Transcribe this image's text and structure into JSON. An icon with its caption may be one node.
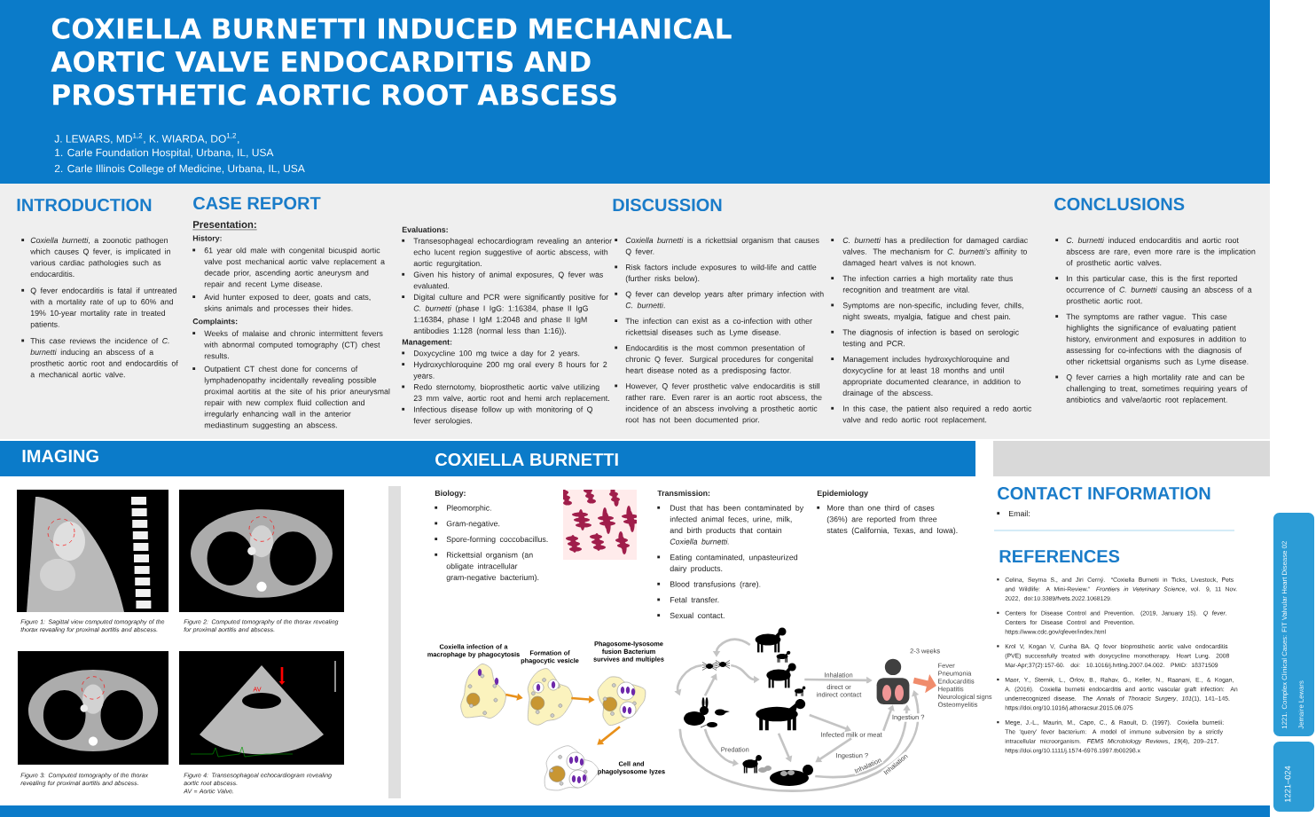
{
  "diagram": {
    "title": "COXIELLA BURNETTI INDUCED MECHANICAL AORTIC VALVE ENDOCARDITIS AND PROSTHETIC AORTIC ROOT ABSCESS",
    "nodes": [
      {
        "text": [],
        "shape": "picture",
        "beside": [
          "Coxiella infection of a macrophage by phagocytosis"
        ]
      },
      {
        "text": [],
        "shape": "picture",
        "beside": [
          "Formation of phagocytic vesicle"
        ]
      },
      {
        "text": [],
        "shape": "picture",
        "beside": [
          "Phagosome-lysosome fusion Bacterium survives and multiples"
        ]
      },
      {
        "text": [],
        "shape": "picture",
        "beside": [
          "Cell and phagolysosome lyzes"
        ]
      },
      {
        "text": [],
        "shape": "picture"
      },
      {
        "text": [],
        "shape": "picture"
      },
      {
        "text": [],
        "shape": "picture"
      },
      {
        "text": [],
        "shape": "person"
      },
      {
        "text": [
          "Fever",
          "Pneumonia",
          "Endocarditis",
          "Hepatitis",
          "Neurological signs",
          "Osteomyelitis"
        ]
      },
      {
        "text": [],
        "shape": "picture"
      },
      {
        "text": [],
        "shape": "picture"
      },
      {
        "text": [
          "Infected milk or meat"
        ]
      },
      {
        "text": [],
        "shape": "picture"
      },
      {
        "text": [],
        "shape": "picture"
      }
    ],
    "edges": [
      {
        "from": 0,
        "to": 1,
        "arrow": "to",
        "color": "#e8901a"
      },
      {
        "from": 1,
        "to": 2,
        "arrow": "to",
        "color": "#e8901a"
      },
      {
        "from": 2,
        "to": 3,
        "arrow": "to",
        "color": "#e8901a"
      },
      {
        "from": 4,
        "to": 5,
        "arrow": "to"
      },
      {
        "from": 5,
        "to": 6,
        "arrow": "to"
      },
      {
        "from": 5,
        "to": 9,
        "arrow": "to"
      },
      {
        "from": 9,
        "to": 5,
        "arrow": "to"
      },
      {
        "from": 6,
        "to": 7,
        "arrow": "to",
        "label": "Inhalation"
      },
      {
        "from": 7,
        "to": 8,
        "arrow": "to",
        "label": "2-3 weeks",
        "style": "thick",
        "color": "#f08c6c"
      },
      {
        "from": 10,
        "to": 11,
        "arrow": "to"
      },
      {
        "from": 11,
        "to": 7,
        "arrow": "to",
        "label": "Ingestion ?"
      },
      {
        "from": 11,
        "to": 13,
        "arrow": "to",
        "label": "Ingestion ?"
      },
      {
        "from": 10,
        "to": 13,
        "arrow": "to"
      },
      {
        "from": 9,
        "to": 12,
        "arrow": "to",
        "label": "Predation"
      },
      {
        "from": 13,
        "to": 7,
        "arrow": "to",
        "label": "Inhalation"
      },
      {
        "from": 9,
        "to": 7,
        "arrow": "to",
        "label": "Inhalation"
      }
    ],
    "labels": [
      "J. LEWARS, MD$^{1,2}$, K. WIARDA, DO$^{1,2}$,",
      "1. Carle Foundation Hospital, Urbana, IL, USA",
      "2. Carle Illinois College of Medicine, Urbana, IL, USA",
      "INTRODUCTION",
      "*Coxiella burnetti*, a zoonotic pathogen which causes Q fever, is implicated in various cardiac pathologies such as endocarditis.",
      "Q fever endocarditis is fatal if untreated with a mortality rate of up to 60% and 19% 10-year mortality rate in treated patients.",
      "This case reviews the incidence of *C. burnetti* inducing an abscess of a prosthetic aortic root and endocarditis of a mechanical aortic valve.",
      "CASE REPORT",
      "Presentation:",
      "History:",
      "61 year old male with congenital bicuspid aortic valve post mechanical aortic valve replacement a decade prior, ascending aortic aneurysm and repair and recent Lyme disease.",
      "Avid hunter exposed to deer, goats and cats, skins animals and processes their hides.",
      "Complaints:",
      "Weeks of malaise and chronic intermittent fevers with abnormal computed tomography (CT) chest results.",
      "Outpatient CT chest done for concerns of lymphadenopathy incidentally revealing possible proximal aortitis at the site of his prior aneurysmal repair with new complex fluid collection and irregularly enhancing wall in the anterior mediastinum suggesting an abscess.",
      "Evaluations:",
      "Transesophageal echocardiogram revealing an anterior echo lucent region suggestive of aortic abscess, with aortic regurgitation.",
      "Given his history of animal exposures, Q fever was evaluated.",
      "Digital culture and PCR were significantly positive for *C. burnetti* (phase I IgG: 1:16384, phase II IgG 1:16384, phase I IgM 1:2048 and phase II IgM antibodies 1:128 (normal less than 1:16)).",
      "Management:",
      "Doxycycline 100 mg twice a day for 2 years.",
      "Hydroxychloroquine 200 mg oral every 8 hours for 2 years.",
      "Redo sternotomy, bioprosthetic aortic valve utilizing 23 mm valve, aortic root and hemi arch replacement.",
      "Infectious disease follow up with monitoring of Q fever serologies.",
      "DISCUSSION",
      "*Coxiella burnetti* is a rickettsial organism that causes Q fever.",
      "Risk factors include exposures to wild-life and cattle (further risks below).",
      "Q fever can develop years after primary infection with *C. burnetti*.",
      "The infection can exist as a co-infection with other rickettsial diseases such as Lyme disease.",
      "Endocarditis is the most common presentation of chronic Q fever. Surgical procedures for congenital heart disease noted as a predisposing factor.",
      "However, Q fever prosthetic valve endocarditis is still rather rare. Even rarer is an aortic root abscess, the incidence of an abscess involving a prosthetic aortic root has not been documented prior.",
      "*C. burnetti* has a predilection for damaged cardiac valves. The mechanism for *C. burnetti’s* affinity to damaged heart valves is not known.",
      "The infection carries a high mortality rate thus recognition and treatment are vital.",
      "Symptoms are non-specific, including fever, chills, night sweats, myalgia, fatigue and chest pain.",
      "The diagnosis of infection is based on serologic testing and PCR.",
      "Management includes hydroxychloroquine and doxycycline for at least 18 months and until appropriate documented clearance, in addition to drainage of the abscess.",
      "In this case, the patient also required a redo aortic valve and redo aortic root replacement.",
      "CONCLUSIONS",
      "*C. burnetti* induced endocarditis and aortic root abscess are rare, even more rare is the implication of prosthetic aortic valves.",
      "In this particular case, this is the first reported occurrence of *C. burnetti* causing an abscess of a prosthetic aortic root.",
      "The symptoms are rather vague. This case highlights the significance of evaluating patient history, environment and exposures in addition to assessing for co-infections with the diagnosis of other rickettsial organisms such as Lyme disease.",
      "Q fever carries a high mortality rate and can be challenging to treat, sometimes requiring years of antibiotics and valve/aortic root replacement.",
      "IMAGING",
      "Figure 1: Sagittal view computed tomography of the thorax revealing for proximal aortitis and abscess.",
      "Figure 2: Computed tomography of the thorax revealing for proximal aortitis and abscess.",
      "Figure 3: Computed tomography of the thorax revealing for proximal aortitis and abscess.",
      "Figure 4: Transesophageal echocardiogram revealing aortic root abscess.",
      "AV = Aortic Valve.",
      "AV",
      "COXIELLA BURNETTI",
      "Biology:",
      "Pleomorphic.",
      "Gram-negative.",
      "Spore-forming coccobacillus.",
      "Rickettsial organism (an obligate intracellular gram-negative bacterium).",
      "Transmission:",
      "Dust that has been contaminated by infected animal feces, urine, milk, and birth products that contain *Coxiella burnetti.*",
      "Eating contaminated, unpasteurized dairy products.",
      "Blood transfusions (rare).",
      "Fetal transfer.",
      "Sexual contact.",
      "Epidemiology",
      "More than one third of cases (36%) are reported from three states (California, Texas, and Iowa).",
      "direct or indirect contact",
      "CONTACT INFORMATION",
      "Email:",
      "REFERENCES",
      "Celina, Seyma S., and Jiri Cerný. “Coxiella Burnetii in Ticks, Livestock, Pets and Wildlife: A Mini-Review.” *Frontiers in Veterinary Science*, vol. 9, 11 Nov. 2022, doi:10.3389/fvets.2022.1068129.",
      "Centers for Disease Control and Prevention. (2019, January 15). *Q fever*. Centers for Disease Control and Prevention. https://www.cdc.gov/qfever/index.html",
      "Krol V, Kogan V, Cunha BA. Q fever bioprosthetic aortic valve endocarditis (PVE) successfully treated with doxycycline monotherapy. Heart Lung. 2008 Mar-Apr;37(2):157-60. doi: 10.1016/j.hrtlng.2007.04.002. PMID: 18371509",
      "Maor, Y., Sternik, L., Orlov, B., Rahav, G., Keller, N., Raanani, E., & Kogan, A. (2016). Coxiella burnetii endocarditis and aortic vascular graft infection: An underrecognized disease. *The Annals of Thoracic Surgery*, *101*(1), 141–145. https://doi.org/10.1016/j.athoracsur.2015.06.075",
      "Mege, J.-L., Maurin, M., Capo, C., & Raoult, D. (1997). Coxiella burnetii: The ‘query’ fever bacterium: A model of immune subversion by a strictly intracellular microorganism. *FEMS Microbiology Reviews*, *19*(4), 209–217. https://doi.org/10.1111/j.1574-6976.1997.tb00298.x",
      "1221. Complex Clinical Cases: FIT Valvular Heart Disease 02",
      "Jemaire Lewars",
      "1221–024"
    ]
  }
}
